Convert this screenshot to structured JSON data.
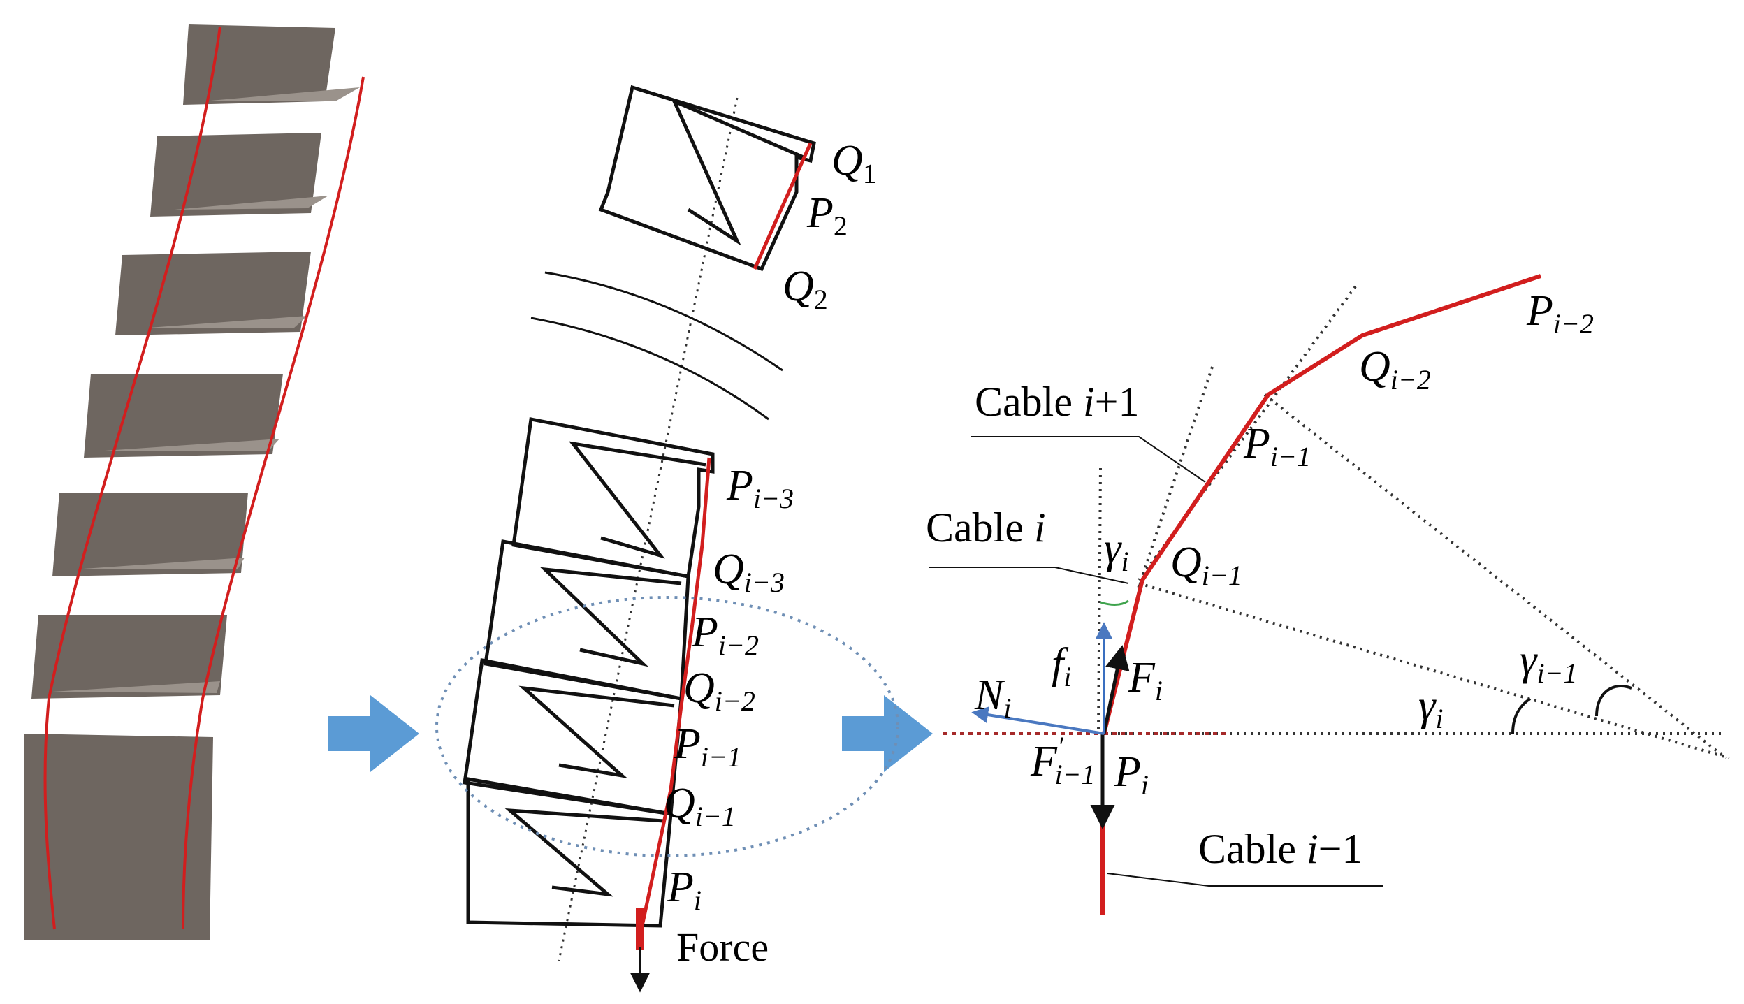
{
  "colors": {
    "cable": "#d21e1e",
    "body": "#111111",
    "segment": "#6e6660",
    "arrow": "#5b9bd5",
    "normal": "#4a78c0",
    "friction": "#3a6fc0",
    "angle": "#3fa34d",
    "guide": "#333333"
  },
  "icons": [
    "block-arrow-right-icon",
    "block-arrow-right-icon"
  ],
  "middle": {
    "force_label": "Force",
    "points": {
      "q1": {
        "base": "Q",
        "sub": "1"
      },
      "p2": {
        "base": "P",
        "sub": "2"
      },
      "q2": {
        "base": "Q",
        "sub": "2"
      },
      "pim3": {
        "base": "P",
        "sub": "i−3"
      },
      "qim3": {
        "base": "Q",
        "sub": "i−3"
      },
      "pim2": {
        "base": "P",
        "sub": "i−2"
      },
      "qim2": {
        "base": "Q",
        "sub": "i−2"
      },
      "pim1": {
        "base": "P",
        "sub": "i−1"
      },
      "qim1": {
        "base": "Q",
        "sub": "i−1"
      },
      "pi": {
        "base": "P",
        "sub": "i"
      }
    }
  },
  "right": {
    "cables": {
      "next": {
        "prefix": "Cable ",
        "var": "i",
        "suffix": "+1"
      },
      "cur": {
        "prefix": "Cable ",
        "var": "i",
        "suffix": ""
      },
      "prev": {
        "prefix": "Cable ",
        "var": "i",
        "suffix": "−1"
      }
    },
    "points": {
      "pim2": {
        "base": "P",
        "sub": "i−2"
      },
      "qim2": {
        "base": "Q",
        "sub": "i−2"
      },
      "pim1": {
        "base": "P",
        "sub": "i−1"
      },
      "qim1": {
        "base": "Q",
        "sub": "i−1"
      },
      "pi": {
        "base": "P",
        "sub": "i"
      }
    },
    "forces": {
      "ni": {
        "base": "N",
        "sub": "i"
      },
      "fi_small": {
        "base": "f",
        "sub": "i"
      },
      "fi_big": {
        "base": "F",
        "sub": "i"
      },
      "fim1": {
        "base": "F",
        "sup": "'",
        "sub": "i−1"
      }
    },
    "angles": {
      "gamma_top": {
        "base": "γ",
        "sub": "i"
      },
      "gamma_i": {
        "base": "γ",
        "sub": "i"
      },
      "gamma_im1": {
        "base": "γ",
        "sub": "i−1"
      }
    }
  }
}
